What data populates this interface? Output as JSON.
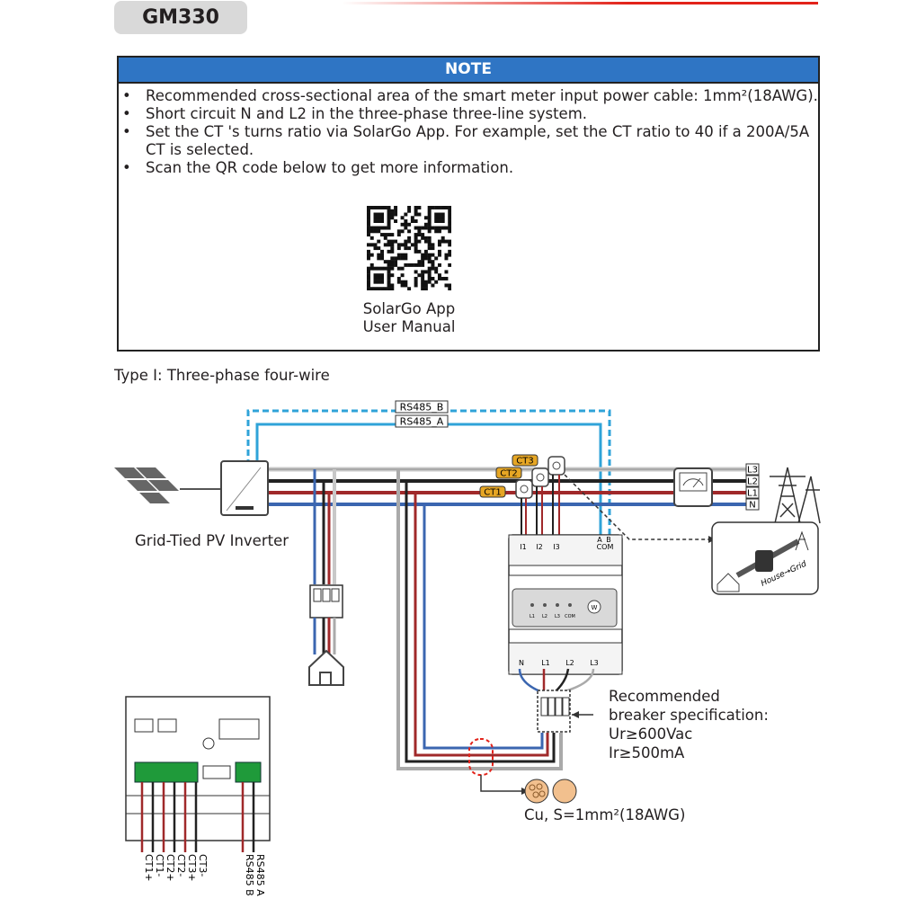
{
  "header": {
    "model_tab": "GM330"
  },
  "note": {
    "heading": "NOTE",
    "items": [
      "Recommended cross-sectional area of the smart meter input power cable: 1mm²(18AWG).",
      "Short circuit N and L2 in the three-phase three-line system.",
      "Set the CT 's turns ratio via SolarGo App. For example, set the CT ratio to 40 if a 200A/5A CT is selected.",
      "Scan the QR code below to get more information."
    ],
    "qr_caption_line1": "SolarGo App",
    "qr_caption_line2": "User Manual"
  },
  "diagram": {
    "title": "Type I: Three-phase four-wire",
    "rs485_b": "RS485_B",
    "rs485_a": "RS485_A",
    "inverter_label": "Grid-Tied PV Inverter",
    "ct_labels": [
      "CT3",
      "CT2",
      "CT1"
    ],
    "grid_phase_labels": [
      "L3",
      "L2",
      "L1",
      "N"
    ],
    "meter_top_terminals": [
      "I1",
      "I2",
      "I3"
    ],
    "meter_comm_terminals": [
      "A",
      "B",
      "COM"
    ],
    "meter_bottom_terminals": [
      "N",
      "L1",
      "L2",
      "L3"
    ],
    "meter_led_labels": [
      "L1",
      "L2",
      "L3",
      "COM"
    ],
    "meter_button_label": "W",
    "breaker_spec": {
      "line1": "Recommended",
      "line2": "breaker specification:",
      "line3": "Ur≥600Vac",
      "line4": "Ir≥500mA"
    },
    "cable_label": "Cu, S=1mm²(18AWG)",
    "ct_direction_label": "House→Grid",
    "bottom_terminals": [
      "CT1+",
      "CT1-",
      "CT2+",
      "CT2-",
      "CT3+",
      "CT3-",
      "RS485 B",
      "RS485 A"
    ]
  },
  "colors": {
    "note_header": "#2f75c4",
    "rs485_blue": "#2fa3d8",
    "neutral_blue": "#3b66b0",
    "phase_red": "#a0292a",
    "phase_brown": "#5b3a1e",
    "phase_gray": "#8a8a8a",
    "ct_yellow": "#e6a624",
    "terminal_green": "#1f9a3a",
    "accent_red": "#e2231a"
  }
}
